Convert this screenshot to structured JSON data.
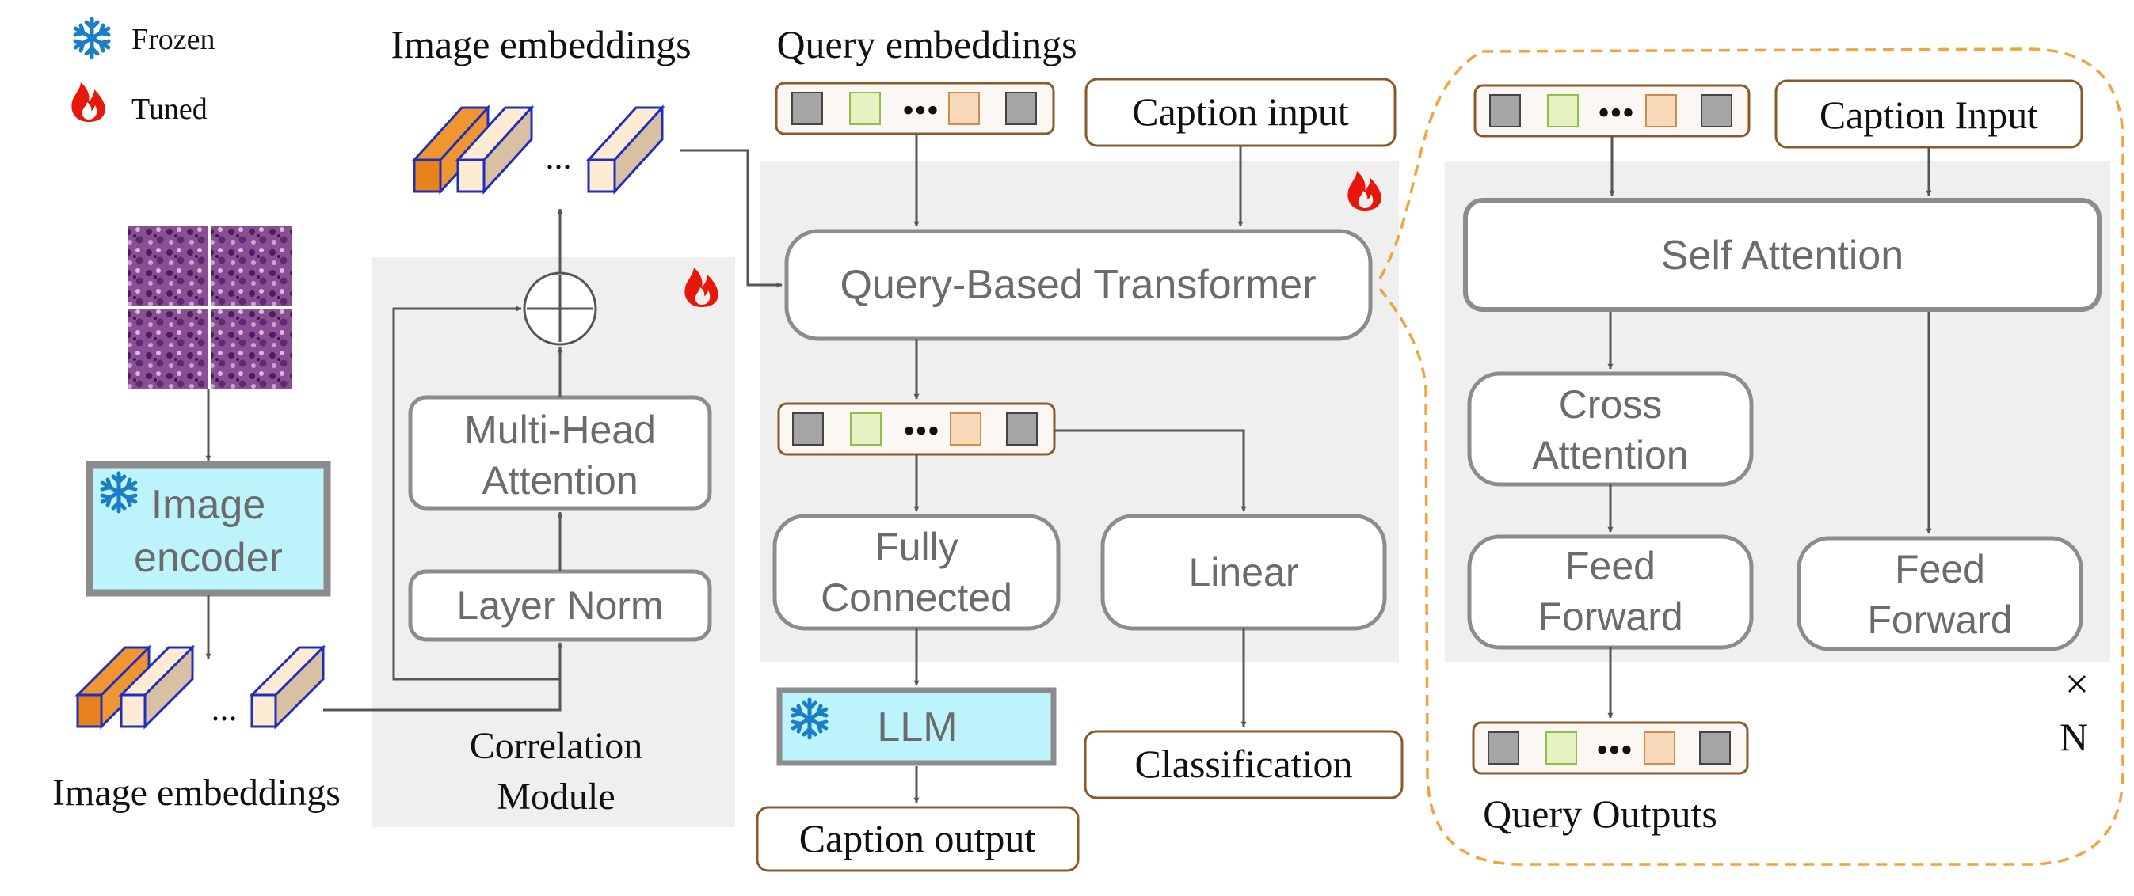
{
  "legend": {
    "frozen_label": "Frozen",
    "tuned_label": "Tuned",
    "frozen_icon": "snowflake-icon",
    "tuned_icon": "flame-icon"
  },
  "labels": {
    "image_embeddings_top": "Image embeddings",
    "query_embeddings": "Query embeddings",
    "image_embeddings_bottom": "Image embeddings",
    "correlation_module_line1": "Correlation",
    "correlation_module_line2": "Module",
    "query_outputs": "Query Outputs",
    "repeat_times": "×",
    "repeat_n": "N",
    "ellipsis": "•••",
    "short_ellipsis": "..."
  },
  "blocks": {
    "image_encoder_line1": "Image",
    "image_encoder_line2": "encoder",
    "multi_head_line1": "Multi-Head",
    "multi_head_line2": "Attention",
    "layer_norm": "Layer Norm",
    "query_transformer": "Query-Based Transformer",
    "fully_connected_line1": "Fully",
    "fully_connected_line2": "Connected",
    "linear": "Linear",
    "llm": "LLM",
    "caption_input": "Caption input",
    "caption_output": "Caption output",
    "classification": "Classification",
    "self_attention": "Self Attention",
    "cross_attention_line1": "Cross",
    "cross_attention_line2": "Attention",
    "feed_forward_left_line1": "Feed",
    "feed_forward_left_line2": "Forward",
    "feed_forward_right_line1": "Feed",
    "feed_forward_right_line2": "Forward",
    "caption_input_detail": "Caption Input"
  },
  "colors": {
    "frozen_blue": "#1a7fc4",
    "tuned_red": "#e8170c",
    "encoder_fill": "#bdf3fb",
    "module_bg": "#efefef",
    "dashed_orange": "#f0a43a",
    "token_gray": "#a5a5a5",
    "token_green": "#e6f2c2",
    "token_peach": "#f7d9b9",
    "embed_orange": "#ef9632",
    "embed_cream": "#fdebd4"
  }
}
